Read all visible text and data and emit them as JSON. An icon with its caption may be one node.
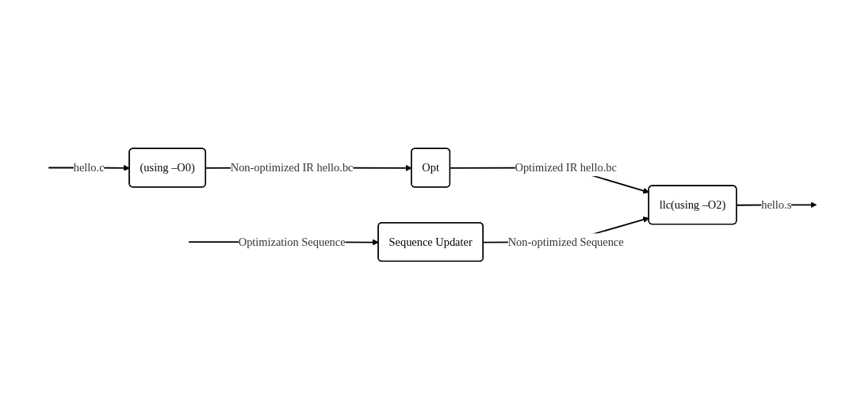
{
  "diagram": {
    "nodes": [
      {
        "text": [
          "(using –O0)"
        ]
      },
      {
        "text": [
          "Opt"
        ]
      },
      {
        "text": [
          "llc(using –O2)"
        ]
      },
      {
        "text": [
          "Sequence Updater"
        ]
      }
    ],
    "edges": [
      {
        "from": null,
        "to": 0,
        "arrow": "to",
        "label": "hello.c"
      },
      {
        "from": 0,
        "to": 1,
        "arrow": "to",
        "label": "Non-optimized IR hello.bc"
      },
      {
        "from": 1,
        "to": 2,
        "arrow": "to",
        "label": "Optimized IR hello.bc"
      },
      {
        "from": 2,
        "to": null,
        "arrow": "to",
        "label": "hello.s"
      },
      {
        "from": null,
        "to": 3,
        "arrow": "to",
        "label": "Optimization Sequence"
      },
      {
        "from": 3,
        "to": 2,
        "arrow": "to",
        "label": "Non-optimized Sequence"
      }
    ]
  }
}
